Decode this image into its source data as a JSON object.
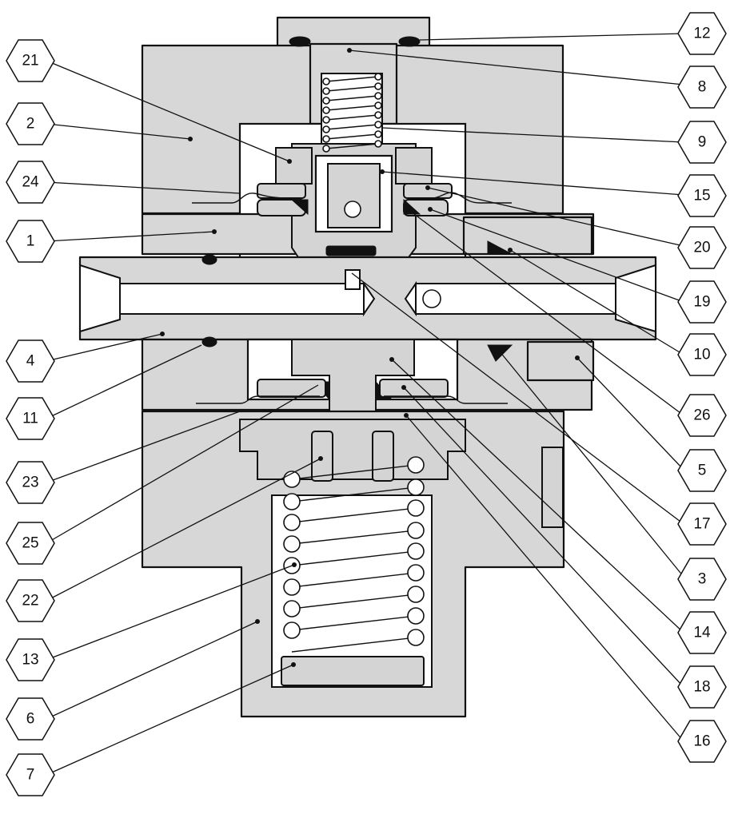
{
  "diagram": {
    "part_numbers": [
      "12",
      "21",
      "8",
      "2",
      "9",
      "24",
      "15",
      "1",
      "20",
      "19",
      "10",
      "4",
      "26",
      "11",
      "5",
      "23",
      "17",
      "25",
      "3",
      "22",
      "14",
      "13",
      "18",
      "6",
      "16",
      "7"
    ]
  },
  "callouts": {
    "c12": "12",
    "c21": "21",
    "c8": "8",
    "c2": "2",
    "c9": "9",
    "c24": "24",
    "c15": "15",
    "c1": "1",
    "c20": "20",
    "c19": "19",
    "c10": "10",
    "c4": "4",
    "c26": "26",
    "c11": "11",
    "c5": "5",
    "c23": "23",
    "c17": "17",
    "c25": "25",
    "c3": "3",
    "c22": "22",
    "c14": "14",
    "c13": "13",
    "c18": "18",
    "c6": "6",
    "c16": "16",
    "c7": "7"
  }
}
